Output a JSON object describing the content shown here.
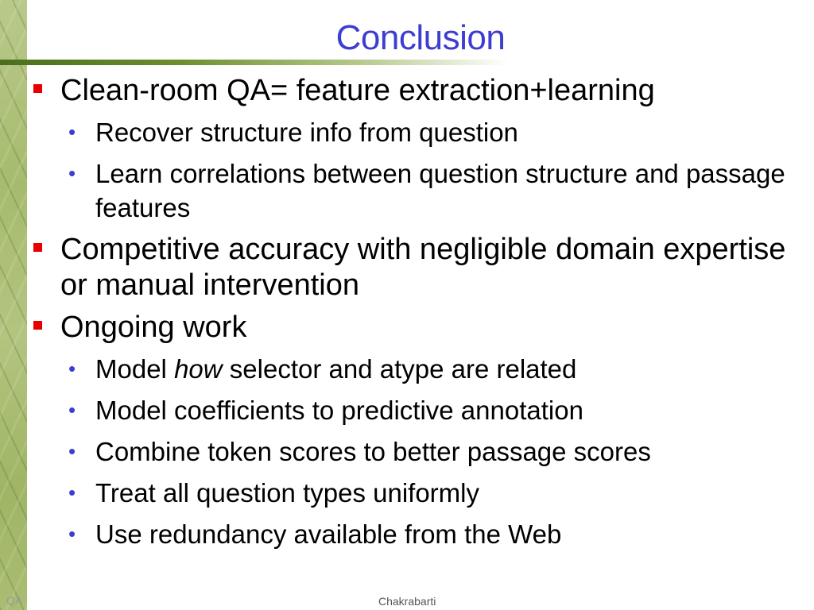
{
  "slide": {
    "title": "Conclusion",
    "footer_left": "QA",
    "footer_center": "Chakrabarti"
  },
  "bullets": [
    {
      "text": "Clean-room QA= feature extraction+learning",
      "sub": [
        "Recover structure info from question",
        "Learn correlations between question structure and passage features"
      ]
    },
    {
      "text": "Competitive accuracy with negligible domain expertise or manual intervention",
      "sub": []
    },
    {
      "text": "Ongoing work",
      "sub": [
        {
          "pre": "Model ",
          "em": "how",
          "post": " selector and atype are related"
        },
        "Model coefficients to predictive annotation",
        "Combine token scores to better passage scores",
        "Treat all question types uniformly",
        "Use redundancy available from the Web"
      ]
    }
  ],
  "colors": {
    "title": "#3d3dd1",
    "square_bullet": "#e60000",
    "dot_bullet": "#3d3dd1"
  },
  "icons": {
    "level1_bullet": "red-square-bullet-icon",
    "level2_bullet": "blue-dot-bullet-icon"
  }
}
